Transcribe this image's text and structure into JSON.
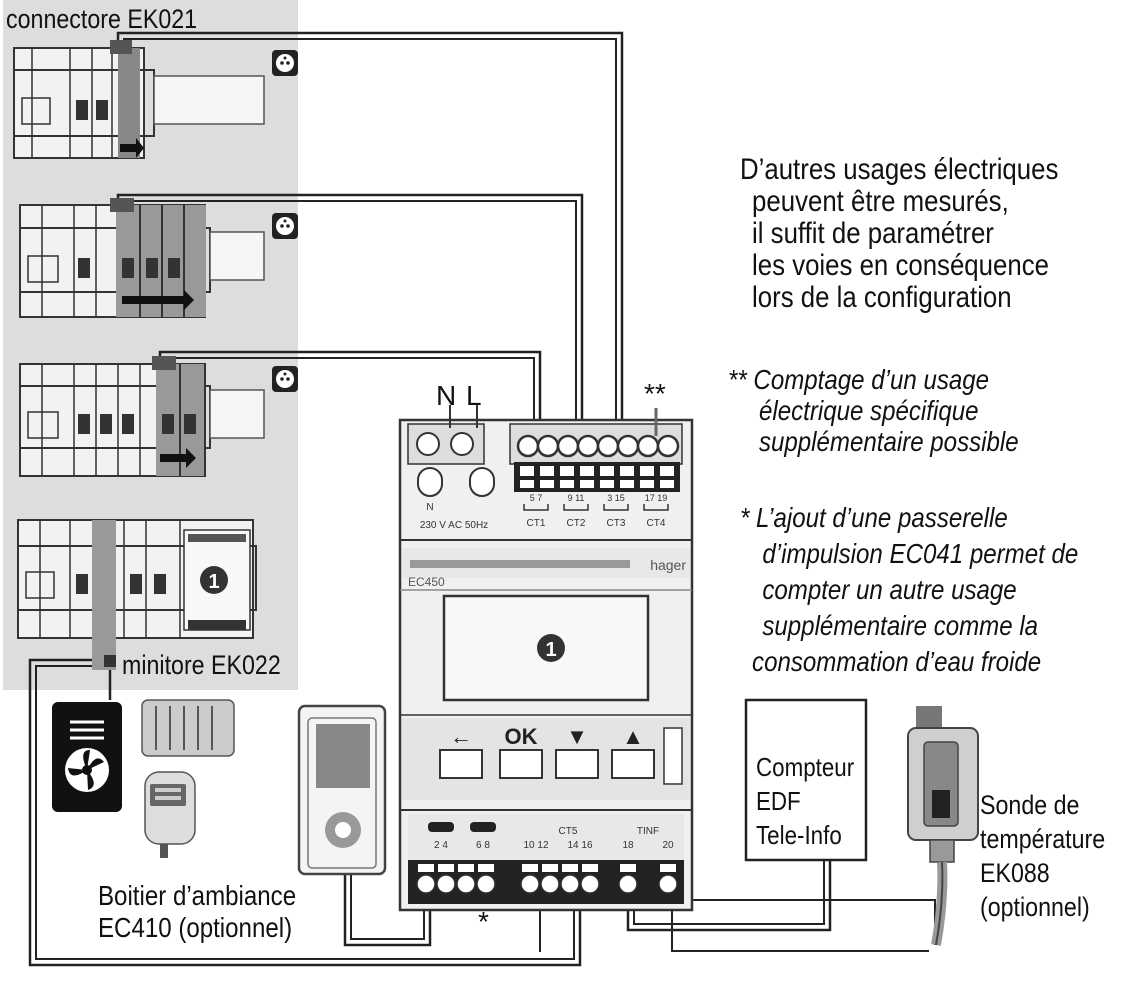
{
  "labels": {
    "connector": "connectore EK021",
    "minitor": "minitore EK022",
    "n": "N",
    "l": "L",
    "double_star": "**",
    "star": "*",
    "boitier": [
      "Boitier d’ambiance",
      "EC410 (optionnel)"
    ],
    "compteur": [
      "Compteur",
      "EDF",
      "Tele-Info"
    ],
    "sonde": [
      "Sonde de",
      "température",
      "EK088",
      "(optionnel)"
    ]
  },
  "notes": {
    "usages": [
      "D’autres usages électriques",
      "peuvent être mesurés,",
      "il suffit de paramétrer",
      "les voies en conséquence",
      "lors de la configuration"
    ],
    "double_star_note": [
      "** Comptage d’un usage",
      "électrique spécifique",
      "supplémentaire possible"
    ],
    "star_note": [
      "* L’ajout d’une passerelle",
      "d’impulsion EC041 permet de",
      "compter un autre usage",
      "supplémentaire comme la",
      "consommation d’eau froide"
    ]
  },
  "device": {
    "model": "EC450",
    "brand": "hager",
    "badge": "1",
    "badge_small": "1",
    "buttons": [
      "←",
      "OK",
      "▼",
      "▲"
    ],
    "top_terminals": [
      "N",
      "230 V AC 50Hz",
      "5  7",
      "9  11",
      "3  15",
      "17  19"
    ],
    "ct_labels": [
      "CT1",
      "CT2",
      "CT3",
      "CT4"
    ],
    "bottom_terminals": [
      "2   4",
      "6   8",
      "10 12",
      "14  16",
      "18",
      "20"
    ],
    "bottom_groups": [
      "CT5",
      "TINF"
    ]
  }
}
